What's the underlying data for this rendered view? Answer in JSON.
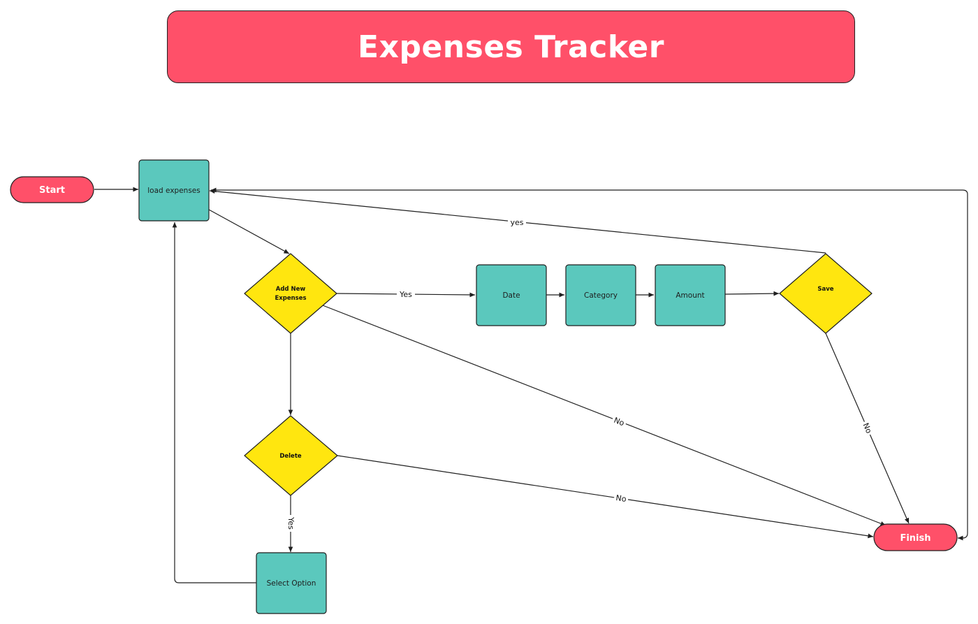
{
  "title": "Expenses Tracker",
  "colors": {
    "terminal": "#ff5069",
    "process": "#5bc8bd",
    "decision": "#ffe60f",
    "stroke": "#1f1f1f"
  },
  "nodes": {
    "start": {
      "label": "Start"
    },
    "load": {
      "label": "load expenses"
    },
    "add": {
      "line1": "Add New",
      "line2": "Expenses"
    },
    "date": {
      "label": "Date"
    },
    "category": {
      "label": "Category"
    },
    "amount": {
      "label": "Amount"
    },
    "save": {
      "label": "Save"
    },
    "delete": {
      "label": "Delete"
    },
    "select": {
      "label": "Select Option"
    },
    "finish": {
      "label": "Finish"
    }
  },
  "edges": {
    "add_yes": "Yes",
    "save_yes": "yes",
    "add_no": "No",
    "save_no": "No",
    "delete_no": "No",
    "delete_yes": "Yes"
  }
}
